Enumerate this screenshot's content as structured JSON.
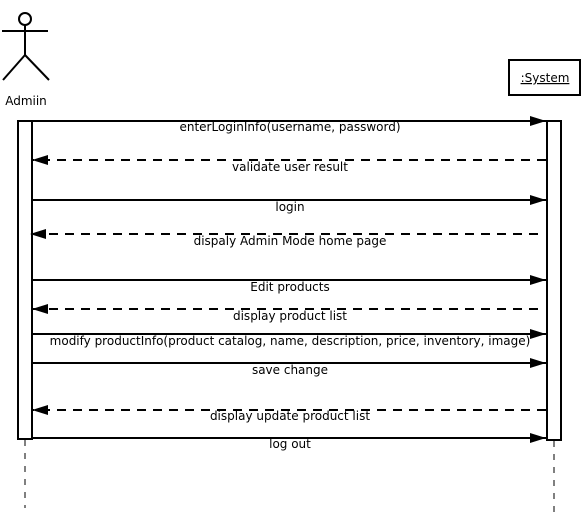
{
  "actor": {
    "name": "Admiin"
  },
  "system": {
    "name": ":System"
  },
  "messages": [
    {
      "label": "enterLoginInfo(username, password)",
      "direction": "to-system",
      "style": "solid"
    },
    {
      "label": "validate user result",
      "direction": "to-actor",
      "style": "dashed"
    },
    {
      "label": "login",
      "direction": "to-system",
      "style": "solid"
    },
    {
      "label": "dispaly Admin Mode home page",
      "direction": "to-actor",
      "style": "dashed"
    },
    {
      "label": "Edit products",
      "direction": "to-system",
      "style": "solid"
    },
    {
      "label": "display product list",
      "direction": "to-actor",
      "style": "dashed"
    },
    {
      "label": "modify productInfo(product catalog, name, description, price, inventory, image)",
      "direction": "to-system",
      "style": "solid"
    },
    {
      "label": "save change",
      "direction": "to-system",
      "style": "solid"
    },
    {
      "label": "display update product list",
      "direction": "to-actor",
      "style": "dashed"
    },
    {
      "label": "log out",
      "direction": "to-system",
      "style": "solid"
    }
  ]
}
